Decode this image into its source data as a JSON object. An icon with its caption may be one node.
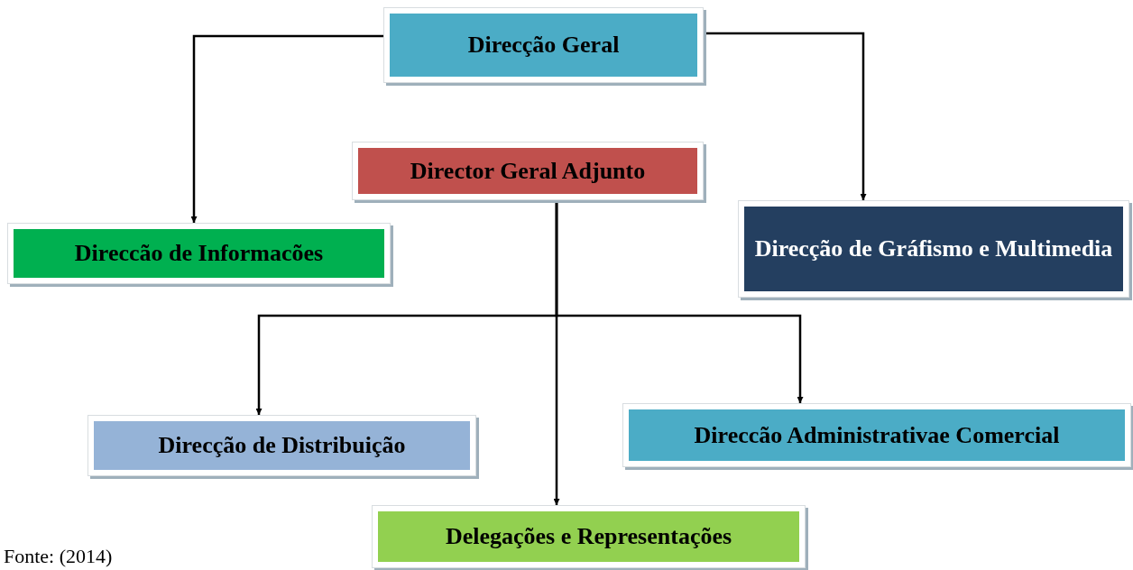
{
  "diagram": {
    "nodes": [
      {
        "text": [
          "Direcção Geral"
        ]
      },
      {
        "text": [
          "Director Geral Adjunto"
        ]
      },
      {
        "text": [
          "Direccão de Informacões"
        ]
      },
      {
        "text": [
          "Direcção de Gráfismo e Multimedia"
        ]
      },
      {
        "text": [
          "Direcção de Distribuição"
        ]
      },
      {
        "text": [
          "Direccão Administrativae Comercial"
        ]
      },
      {
        "text": [
          "Delegações e Representações"
        ]
      }
    ],
    "edges": [
      {
        "from": 0,
        "to": 2,
        "arrow": "to"
      },
      {
        "from": 0,
        "to": 3,
        "arrow": "to"
      },
      {
        "from": 1,
        "to": 4,
        "arrow": "to"
      },
      {
        "from": 1,
        "to": 5,
        "arrow": "to"
      },
      {
        "from": 1,
        "to": 6,
        "arrow": "to"
      }
    ],
    "labels": [
      "Fonte: (2014)"
    ]
  }
}
